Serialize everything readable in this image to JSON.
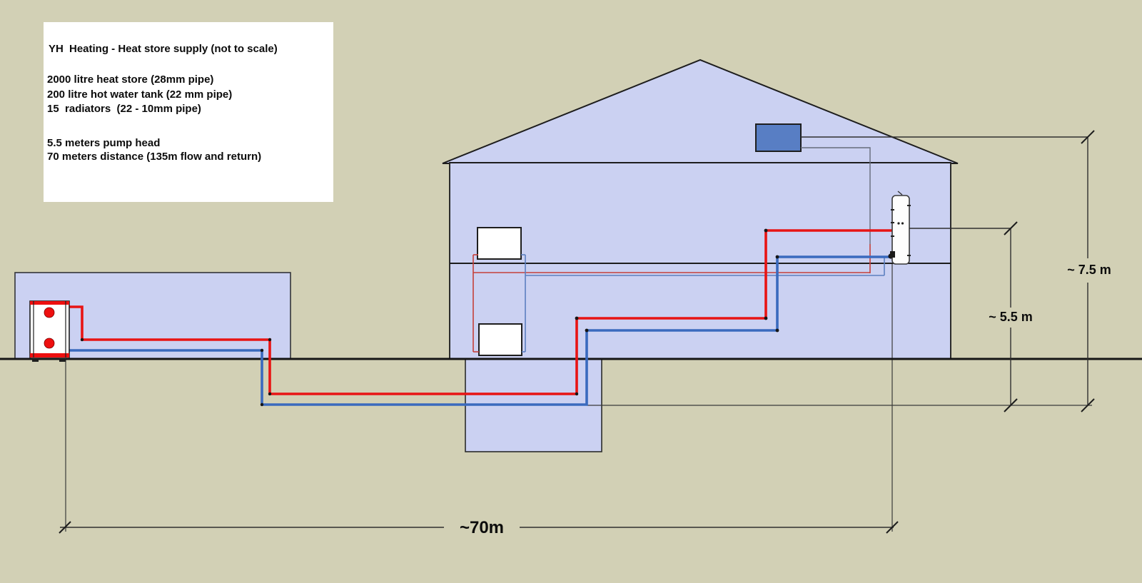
{
  "scene": {
    "background_color": "#d2d0b5",
    "building_fill": "#cbd1f2",
    "outline_color": "#2b2b2b",
    "ground_color": "#151515",
    "flow_pipe_color": "#e81414",
    "return_pipe_color": "#3a6abe",
    "radiator_branch_flow_color": "#c5403a",
    "radiator_branch_return_color": "#5c7fc0",
    "roof_unit_fill": "#587ec4",
    "dimension_line_color": "#2f2f2f",
    "heat_store_accent": "#ee0f0f"
  },
  "info_panel": {
    "brand": "YH",
    "title": "Heating - Heat store supply (not to scale)",
    "spec_lines": [
      "2000 litre heat store (28mm pipe)",
      "200 litre hot water tank (22 mm pipe)",
      "15  radiators  (22 - 10mm pipe)"
    ],
    "system_lines": [
      "5.5 meters pump head",
      "70 meters distance (135m flow and return)"
    ]
  },
  "dimensions": {
    "distance_label": "~70m",
    "total_height_label": "~ 7.5 m",
    "pump_head_label": "~ 5.5 m"
  }
}
